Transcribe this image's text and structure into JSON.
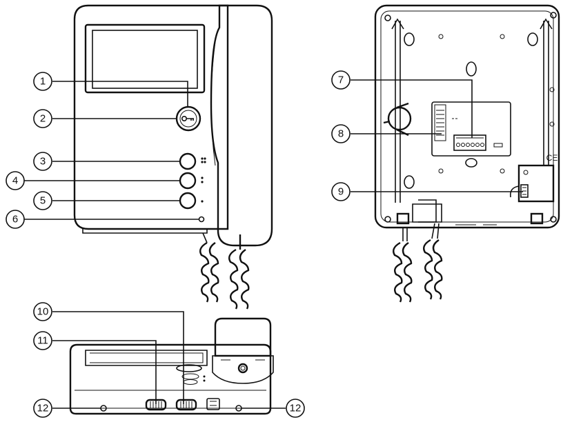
{
  "callouts": [
    {
      "id": "1",
      "label": "1"
    },
    {
      "id": "2",
      "label": "2"
    },
    {
      "id": "3",
      "label": "3"
    },
    {
      "id": "4",
      "label": "4"
    },
    {
      "id": "5",
      "label": "5"
    },
    {
      "id": "6",
      "label": "6"
    },
    {
      "id": "7",
      "label": "7"
    },
    {
      "id": "8",
      "label": "8"
    },
    {
      "id": "9",
      "label": "9"
    },
    {
      "id": "10",
      "label": "10"
    },
    {
      "id": "11",
      "label": "11"
    },
    {
      "id": "12a",
      "label": "12"
    },
    {
      "id": "12b",
      "label": "12"
    }
  ],
  "rear": {
    "ce_mark": "CE"
  },
  "icons": [
    "key-icon",
    "speaker-icon",
    "led-indicator"
  ]
}
